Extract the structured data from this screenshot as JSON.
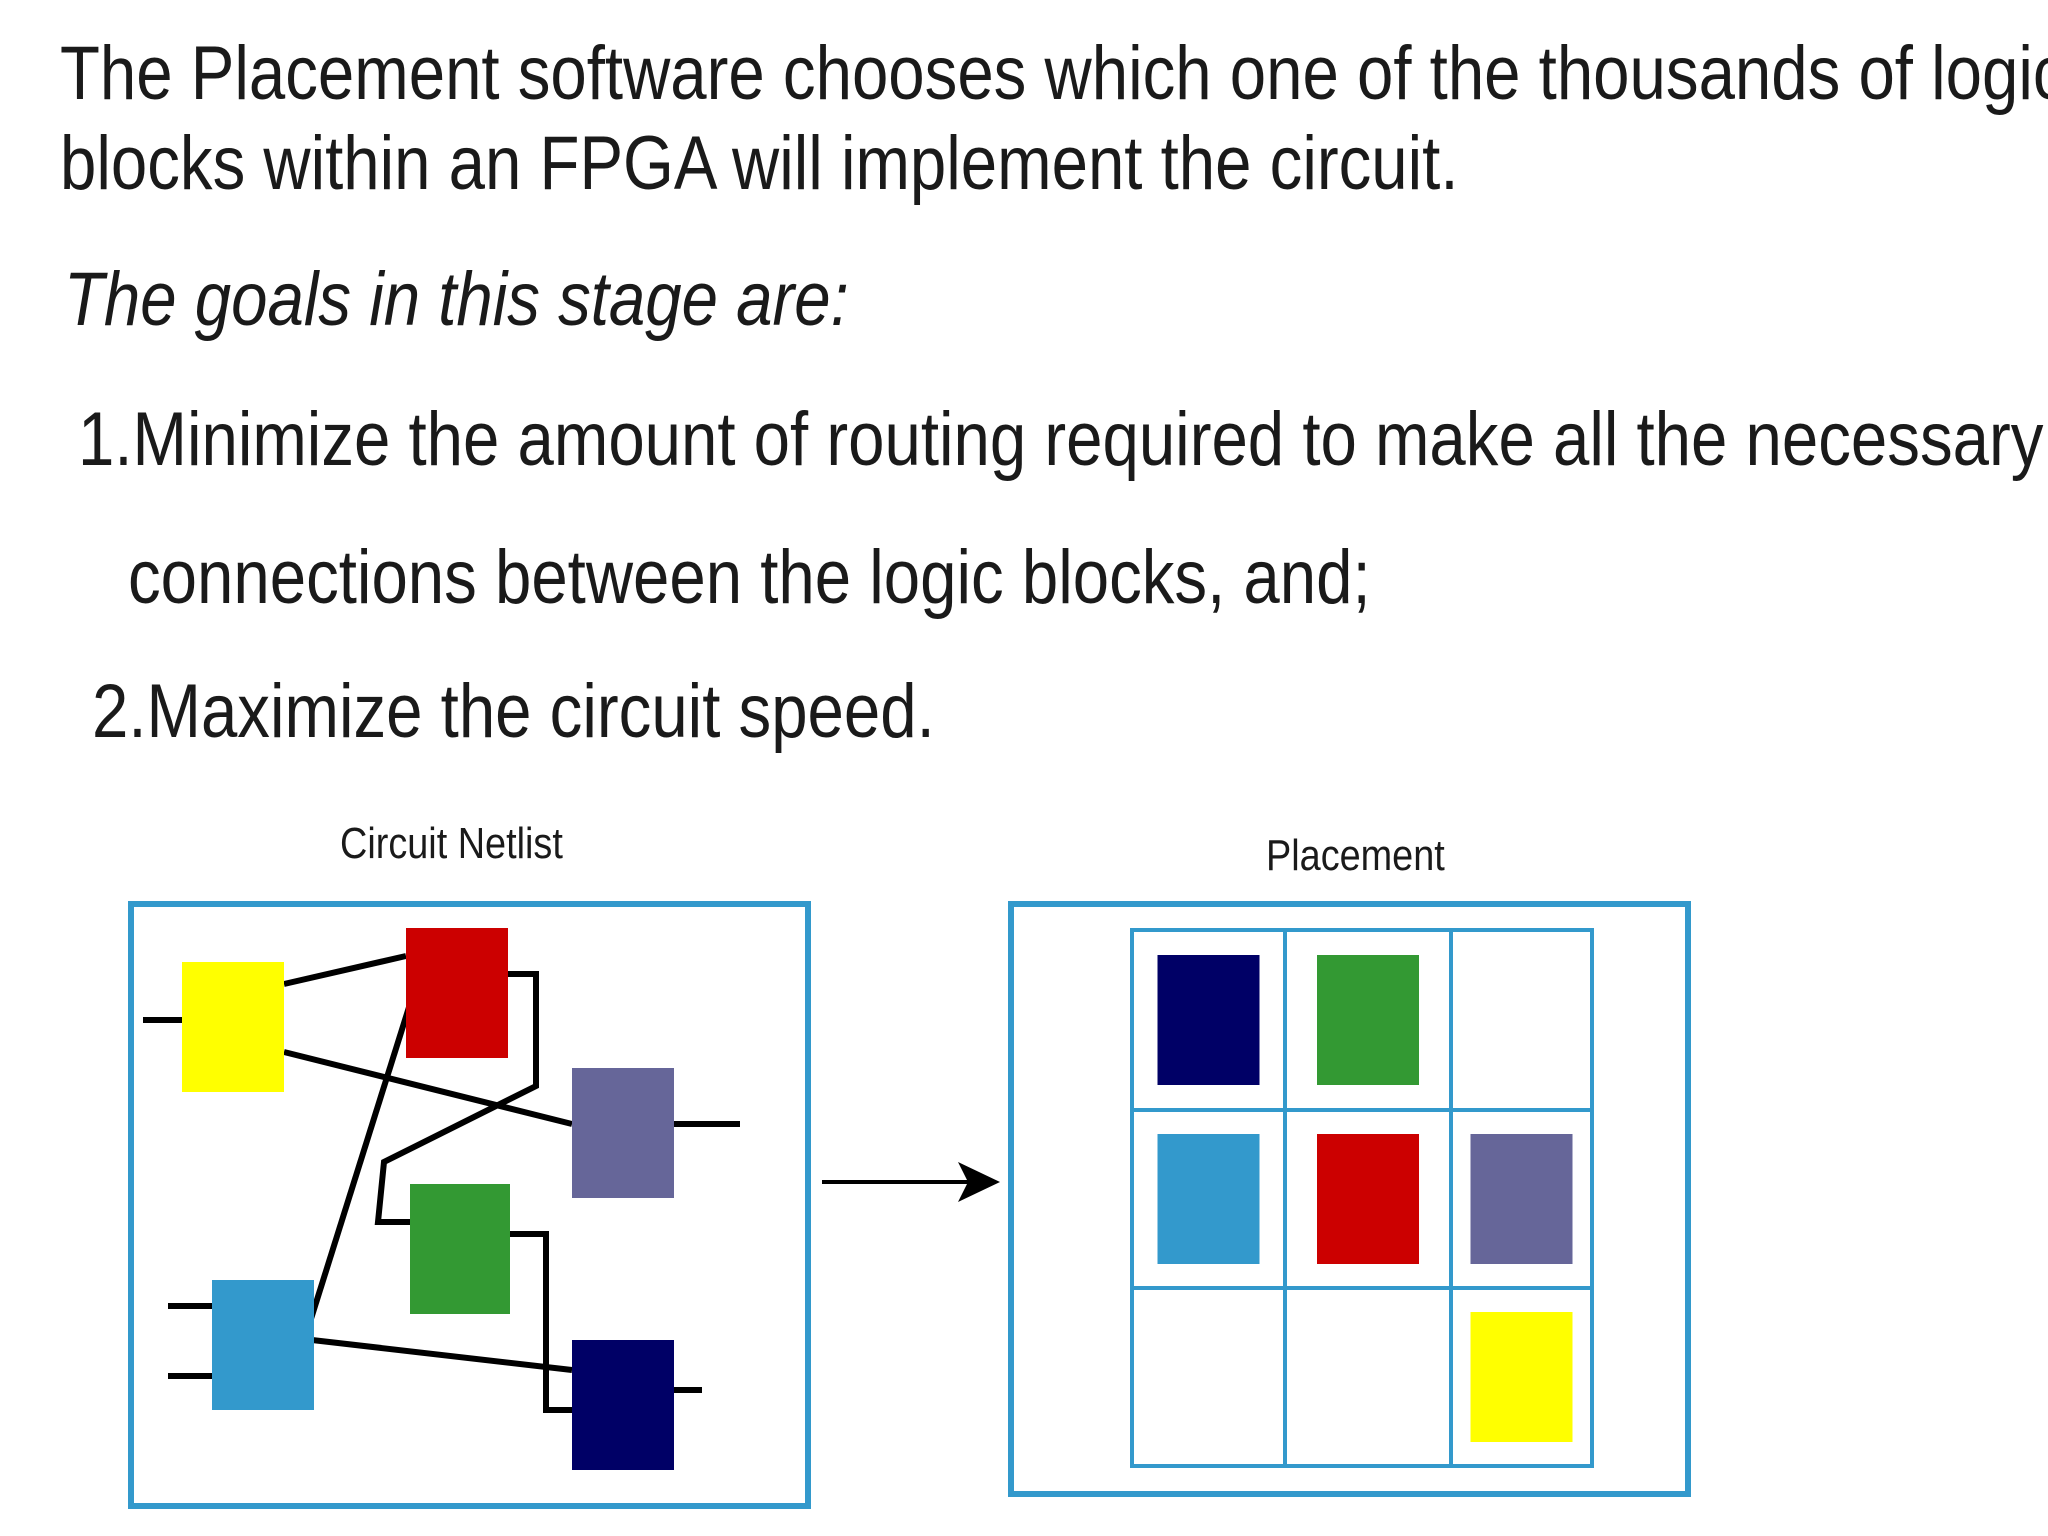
{
  "intro": {
    "line1": "The Placement software chooses which one of the thousands of logic",
    "line2": "blocks within an FPGA will implement the circuit."
  },
  "goals": {
    "heading": "The goals in this stage are:",
    "item1_line1": "1.Minimize the amount of routing required to make all the necessary",
    "item1_line2": "connections between the logic blocks, and;",
    "item2": "2.Maximize the circuit speed."
  },
  "diagram": {
    "netlist_caption": "Circuit Netlist",
    "placement_caption": "Placement",
    "colors": {
      "frame": "#3399cc",
      "wire": "#000000",
      "yellow": "#ffff00",
      "red": "#cc0000",
      "purple": "#666699",
      "green": "#339933",
      "light_blue": "#3399cc",
      "navy": "#000066"
    },
    "placement_grid": {
      "rows": 3,
      "cols": 3,
      "cells": [
        [
          "navy",
          "green",
          ""
        ],
        [
          "light_blue",
          "red",
          "purple"
        ],
        [
          "",
          "",
          "yellow"
        ]
      ]
    }
  }
}
